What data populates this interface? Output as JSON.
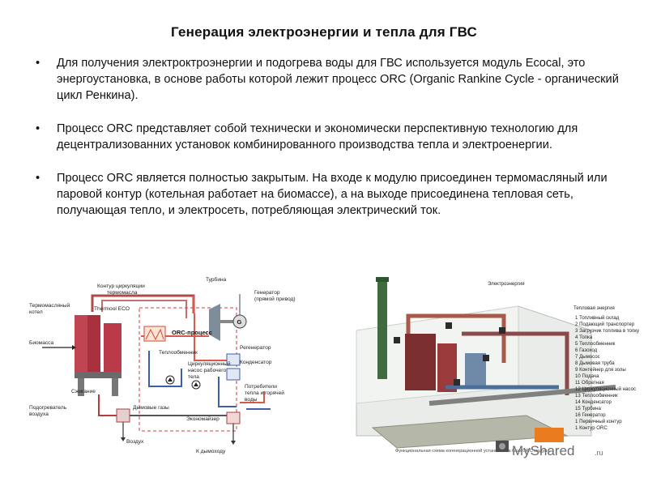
{
  "slide": {
    "title": "Генерация электроэнергии  и тепла для ГВС",
    "bullet_glyph": "•",
    "bullets": [
      {
        "text": "Для получения электроктроэнергии  и подогрева воды для ГВС используется модуль Ecocal, это энергоустановка, в основе работы которой лежит процесс ORC (Organic Rankine Cycle - органический цикл Ренкина)."
      },
      {
        "text": "Процесс ORC представляет собой технически и экономически перспективную технологию для децентрализованних установок комбинированного производства тепла и электроенергии."
      },
      {
        "text": "Процесс ORC является полностью закрытым. На входе  к модулю присоединен термомасляный или паровой контур (котельная работает на биомассе), а на выходе присоединена   тепловая сеть, получающая тепло, и электросеть, потребляющая электрический ток."
      }
    ]
  },
  "orc_diagram": {
    "labels": {
      "thermal_boiler": [
        "Термомасляный",
        "котел"
      ],
      "circuit": [
        "Контур циркуляции",
        "термомасла"
      ],
      "thermool": "Thermool ECO",
      "turbine": "Турбина",
      "generator": [
        "Генератор",
        "(прямой привод)"
      ],
      "biomass": "Биомасса",
      "orc_process": "ORC-процесс",
      "regenerator": "Регенератор",
      "heat_exchanger": "Теплообменник",
      "pump": [
        "Циркуляционный",
        "насос рабочего",
        "тела"
      ],
      "condenser": "Конденсатор",
      "burning": "Сжигание",
      "consumers": [
        "Потребители",
        "тепла и горячей",
        "воды"
      ],
      "air_heater": [
        "Подогреватель",
        "воздуха"
      ],
      "flue_gas": "Дымовые газы",
      "economizer": "Экономайзер",
      "air": "Воздух",
      "to_chimney": "К дымоходу",
      "generator_symbol": "G"
    }
  },
  "plant_illustration": {
    "header_elec": "Электроэнергия",
    "header_heat": "Тепловая энергия",
    "legend": [
      "1 Топливный склад",
      "2 Подающий транспортер",
      "3 Загрузчик топлива в топку",
      "4 Топка",
      "5 Теплообменник",
      "6 Газоход",
      "7 Дымосос",
      "8 Дымовая труба",
      "9 Контейнер для золы",
      "10 Подача",
      "11 Обратная",
      "12 Циркуляционный насос",
      "13 Теплообменник",
      "14 Конденсатор",
      "15 Турбина",
      "16 Генератор",
      "1 Первичный контур",
      "1 Контур ORC"
    ],
    "caption": "Функциональная схема когенерационной установки на базе ORC модуля",
    "watermark": "MyShared",
    "watermark_ru": ".ru"
  }
}
